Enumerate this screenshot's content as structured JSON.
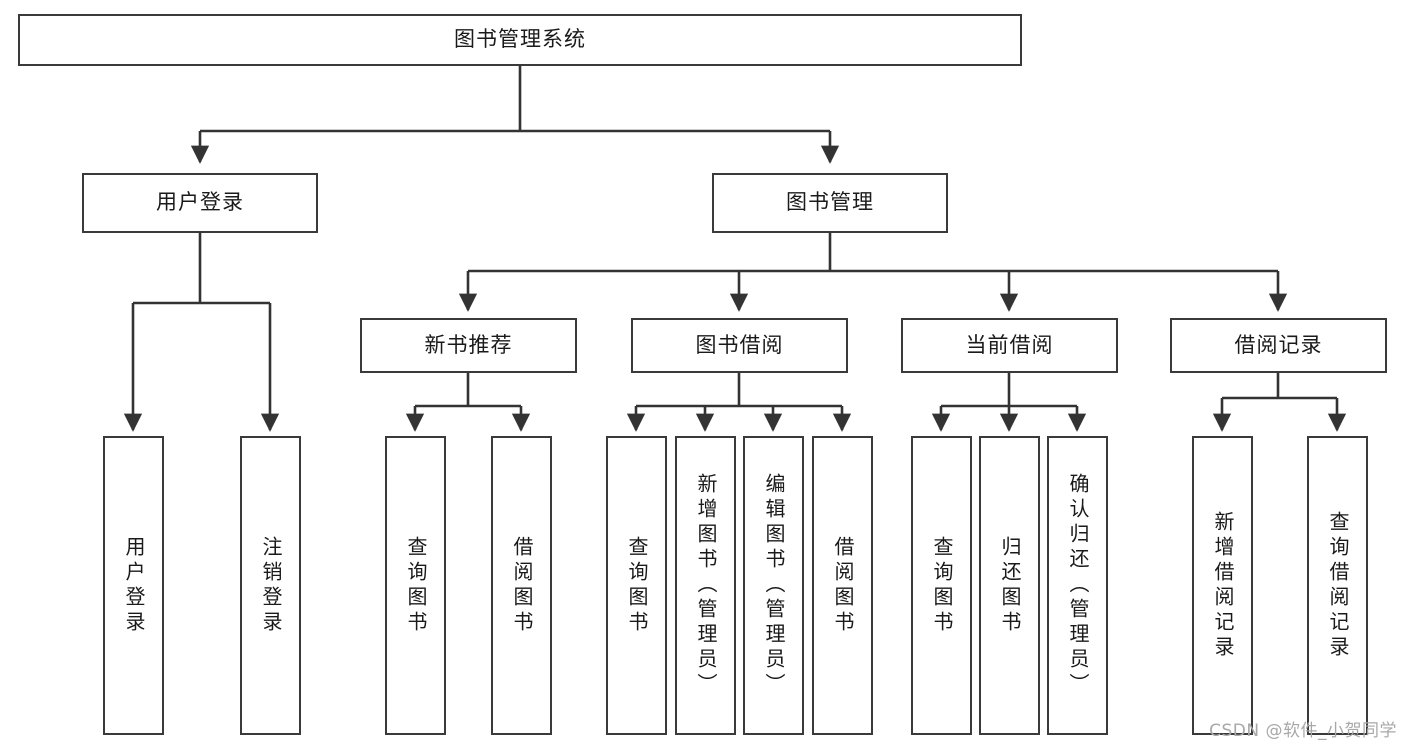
{
  "diagram": {
    "title": "图书管理系统",
    "watermark": "CSDN @软件_小贺同学",
    "colors": {
      "box_stroke": "#3a3a3a",
      "box_fill": "#ffffff",
      "edge_stroke": "#333333",
      "text": "#1a1a1a",
      "watermark": "#a8a8a8"
    },
    "root": {
      "label": "图书管理系统"
    },
    "level2": [
      {
        "label": "用户登录"
      },
      {
        "label": "图书管理"
      }
    ],
    "level3": [
      {
        "label": "新书推荐"
      },
      {
        "label": "图书借阅"
      },
      {
        "label": "当前借阅"
      },
      {
        "label": "借阅记录"
      }
    ],
    "leaves": {
      "user_login": [
        {
          "label": "用户登录"
        },
        {
          "label": "注销登录"
        }
      ],
      "new_book_recommend": [
        {
          "label": "查询图书"
        },
        {
          "label": "借阅图书"
        }
      ],
      "book_borrow": [
        {
          "label": "查询图书"
        },
        {
          "label": "新增图书（管理员）"
        },
        {
          "label": "编辑图书（管理员）"
        },
        {
          "label": "借阅图书"
        }
      ],
      "current_borrow": [
        {
          "label": "查询图书"
        },
        {
          "label": "归还图书"
        },
        {
          "label": "确认归还（管理员）"
        }
      ],
      "borrow_record": [
        {
          "label": "新增借阅记录"
        },
        {
          "label": "查询借阅记录"
        }
      ]
    }
  }
}
